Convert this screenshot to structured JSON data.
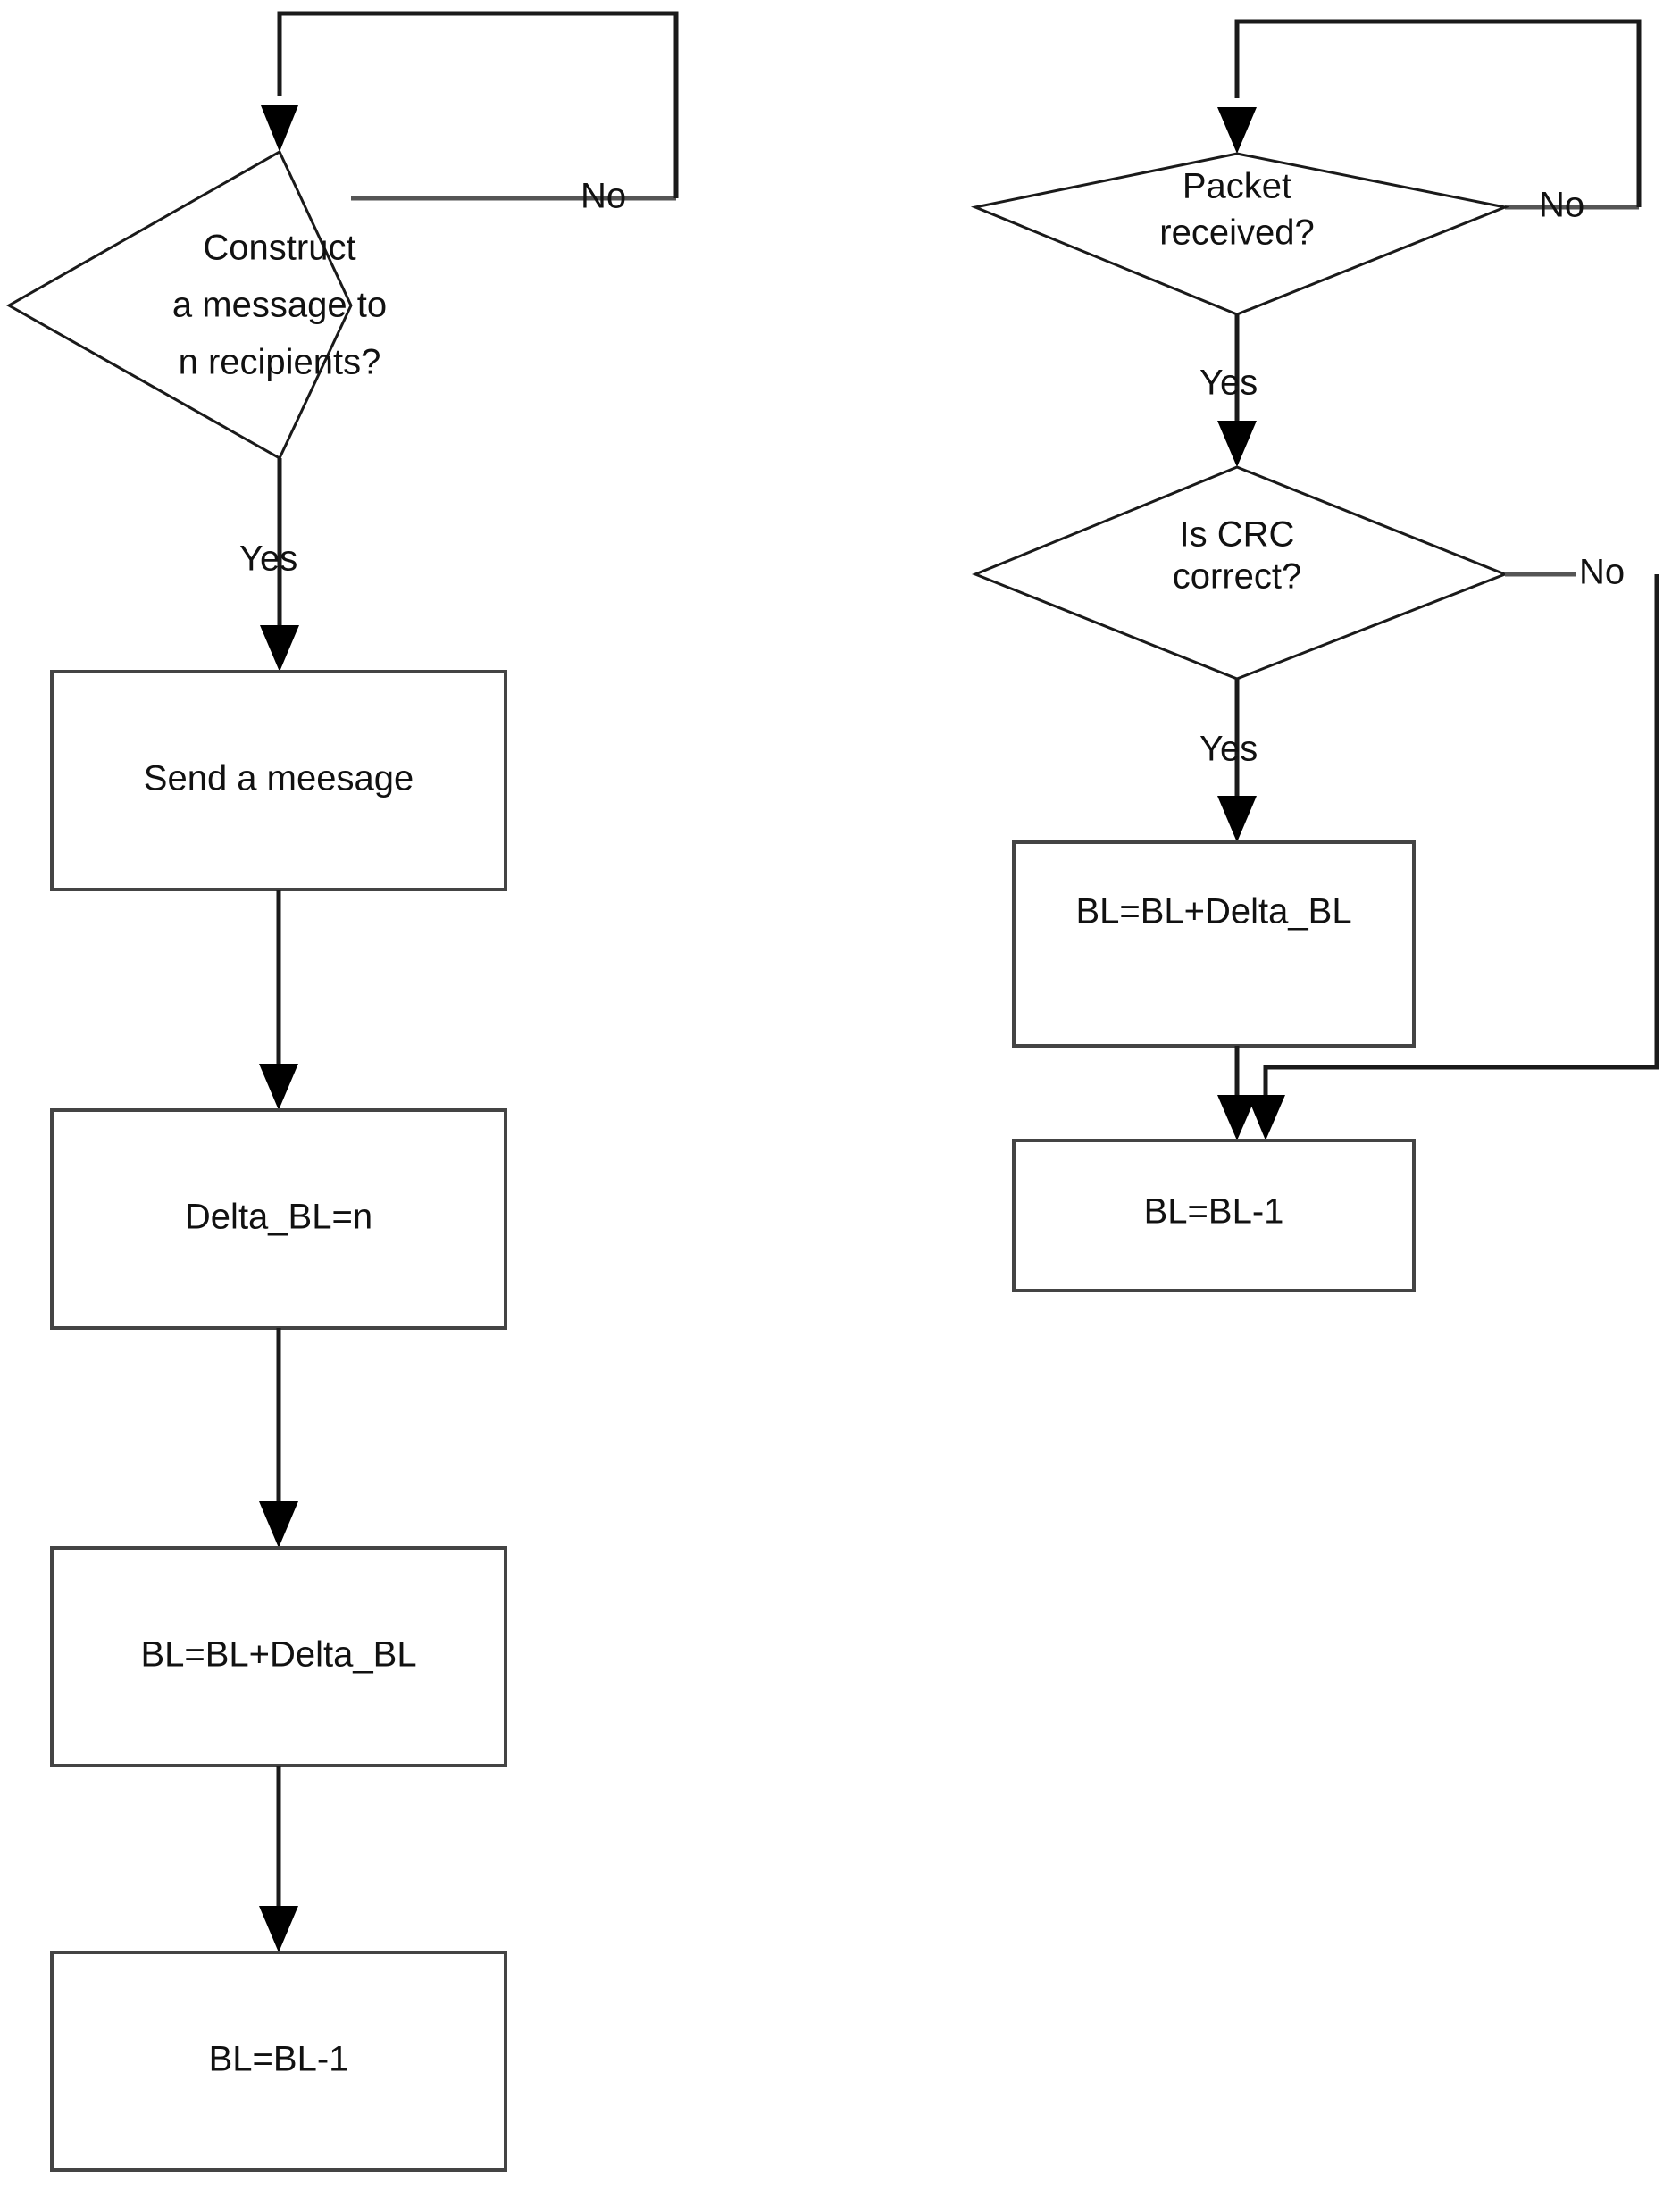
{
  "diagram": {
    "title": "Bandwidth-level tracking flowcharts (sender and receiver)",
    "background_color": "#ffffff",
    "line_color": "#1a1a1a",
    "box_stroke_color": "#444444",
    "text_color": "#111111",
    "panels": [
      {
        "id": "sender",
        "name": "sender-flowchart",
        "nodes": [
          {
            "id": "s-decision-construct",
            "type": "decision",
            "name": "decision-construct-message",
            "lines": [
              "Construct",
              "a message to",
              "n recipients?"
            ]
          },
          {
            "id": "s-process-send",
            "type": "process",
            "name": "process-send-message",
            "lines": [
              "Send a meesage"
            ]
          },
          {
            "id": "s-process-delta",
            "type": "process",
            "name": "process-delta-bl",
            "lines": [
              "Delta_BL=n"
            ]
          },
          {
            "id": "s-process-add",
            "type": "process",
            "name": "process-bl-add-delta",
            "lines": [
              "BL=BL+Delta_BL"
            ]
          },
          {
            "id": "s-process-dec",
            "type": "process",
            "name": "process-bl-decrement",
            "lines": [
              "BL=BL-1"
            ]
          }
        ],
        "edge_labels": [
          {
            "id": "s-label-no",
            "name": "edge-label-no",
            "text": "No"
          },
          {
            "id": "s-label-yes",
            "name": "edge-label-yes",
            "text": "Yes"
          }
        ]
      },
      {
        "id": "receiver",
        "name": "receiver-flowchart",
        "nodes": [
          {
            "id": "r-decision-packet",
            "type": "decision",
            "name": "decision-packet-received",
            "lines": [
              "Packet",
              "received?"
            ]
          },
          {
            "id": "r-decision-crc",
            "type": "decision",
            "name": "decision-crc-correct",
            "lines": [
              "Is CRC",
              "correct?"
            ]
          },
          {
            "id": "r-process-add",
            "type": "process",
            "name": "process-bl-add-delta",
            "lines": [
              "BL=BL+Delta_BL"
            ]
          },
          {
            "id": "r-process-dec",
            "type": "process",
            "name": "process-bl-decrement",
            "lines": [
              "BL=BL-1"
            ]
          }
        ],
        "edge_labels": [
          {
            "id": "r-label-no-1",
            "name": "edge-label-no-packet",
            "text": "No"
          },
          {
            "id": "r-label-yes-1",
            "name": "edge-label-yes-packet",
            "text": "Yes"
          },
          {
            "id": "r-label-no-2",
            "name": "edge-label-no-crc",
            "text": "No"
          },
          {
            "id": "r-label-yes-2",
            "name": "edge-label-yes-crc",
            "text": "Yes"
          }
        ]
      }
    ]
  }
}
